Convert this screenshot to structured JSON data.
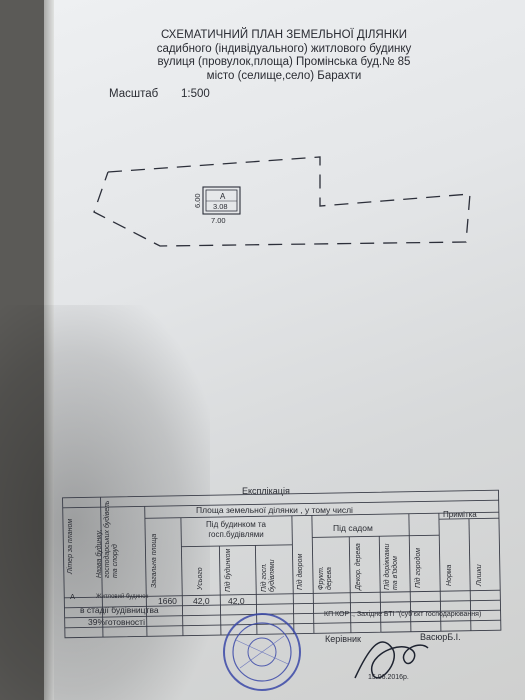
{
  "header": {
    "title_line1": "СХЕМАТИЧНИЙ ПЛАН ЗЕМЕЛЬНОЇ ДІЛЯНКИ",
    "title_line2": "садибного  (індивідуального) житлового будинку",
    "title_line3": "вулиця (провулок,площа) Промінська буд.№ 85",
    "title_line4": "місто (селище,село)  Барахти"
  },
  "scale": {
    "label": "Масштаб",
    "value": "1:500"
  },
  "plan": {
    "building_letter": "А",
    "building_area": "3.08",
    "dim_side": "6.00",
    "dim_bottom": "7.00"
  },
  "table": {
    "title": "Експлікація",
    "area_header": "Площа земельної ділянки , у тому числі",
    "under_building_header": "Під будинком та госп.будівлями",
    "garden_header": "Під садом",
    "note_header": "Примітка",
    "col_letter": "Літер за планом",
    "col_name": "Назва будинку, господарських будівель та споруд",
    "col_total": "Загальна площа",
    "col_total_under": "Усього",
    "col_under_house": "Під будинком",
    "col_under_outbuildings": "Під госп. будівлями",
    "col_yard": "Під двором",
    "col_fruit": "Фрукт. дерева",
    "col_decor": "Декор. дерева",
    "col_roads": "Під доріжками та в'їздом",
    "col_vegetable": "Під городом",
    "col_norm": "Норма",
    "col_excess": "Лишки",
    "rows": [
      {
        "letter": "А",
        "name": "Житловий будинок",
        "total": "1660",
        "under_total": "42,0",
        "under_house": "42,0"
      }
    ],
    "note_line1": "в стадії будівництва",
    "note_line2": "39%готовності"
  },
  "footer": {
    "org": "КП КОР ., Західне БТІ \"(суб'єкт господарювання)",
    "head_label": "Керівник",
    "head_name": "ВасюрБ.І.",
    "date": "15.06.2016р."
  }
}
